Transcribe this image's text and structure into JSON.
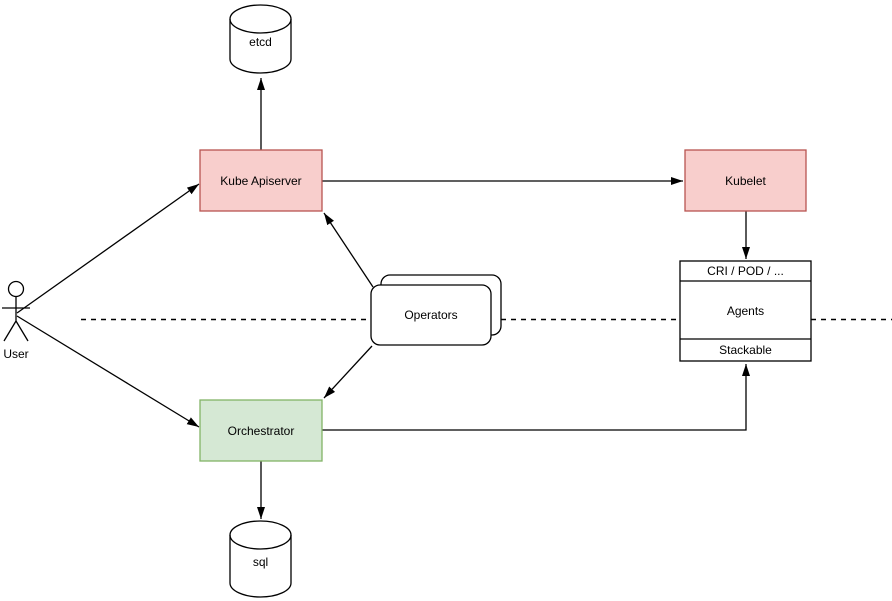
{
  "diagram": {
    "type": "architecture-flowchart",
    "background": "#ffffff",
    "colors": {
      "red_fill": "#f8cecc",
      "red_stroke": "#b85450",
      "green_fill": "#d5e8d4",
      "green_stroke": "#82b366",
      "line": "#000000"
    },
    "nodes": {
      "user": {
        "shape": "actor",
        "label": "User"
      },
      "etcd": {
        "shape": "cylinder",
        "label": "etcd"
      },
      "kube_apiserver": {
        "shape": "rect",
        "label": "Kube Apiserver",
        "fill": "#f8cecc",
        "stroke": "#b85450"
      },
      "kubelet": {
        "shape": "rect",
        "label": "Kubelet",
        "fill": "#f8cecc",
        "stroke": "#b85450"
      },
      "operators": {
        "shape": "stacked-rounded-rect",
        "label": "Operators",
        "fill": "#ffffff",
        "stroke": "#000000"
      },
      "agents": {
        "shape": "sectioned-rect",
        "header": "CRI / POD / ...",
        "body": "Agents",
        "footer": "Stackable",
        "fill": "#ffffff",
        "stroke": "#000000"
      },
      "orchestrator": {
        "shape": "rect",
        "label": "Orchestrator",
        "fill": "#d5e8d4",
        "stroke": "#82b366"
      },
      "sql": {
        "shape": "cylinder",
        "label": "sql"
      }
    },
    "edges": [
      {
        "from": "user",
        "to": "kube_apiserver",
        "arrow": "end",
        "style": "solid"
      },
      {
        "from": "user",
        "to": "orchestrator",
        "arrow": "end",
        "style": "solid"
      },
      {
        "from": "kube_apiserver",
        "to": "etcd",
        "arrow": "end",
        "style": "solid"
      },
      {
        "from": "kube_apiserver",
        "to": "kubelet",
        "arrow": "end",
        "style": "solid"
      },
      {
        "from": "operators",
        "to": "kube_apiserver",
        "arrow": "end",
        "style": "solid"
      },
      {
        "from": "operators",
        "to": "orchestrator",
        "arrow": "end",
        "style": "solid"
      },
      {
        "from": "kubelet",
        "to": "agents",
        "arrow": "end",
        "style": "solid"
      },
      {
        "from": "orchestrator",
        "to": "agents_footer",
        "arrow": "end",
        "style": "solid",
        "route": "right-then-up"
      },
      {
        "from": "orchestrator",
        "to": "sql",
        "arrow": "end",
        "style": "solid"
      }
    ],
    "separator": {
      "style": "dashed",
      "orientation": "horizontal"
    }
  }
}
